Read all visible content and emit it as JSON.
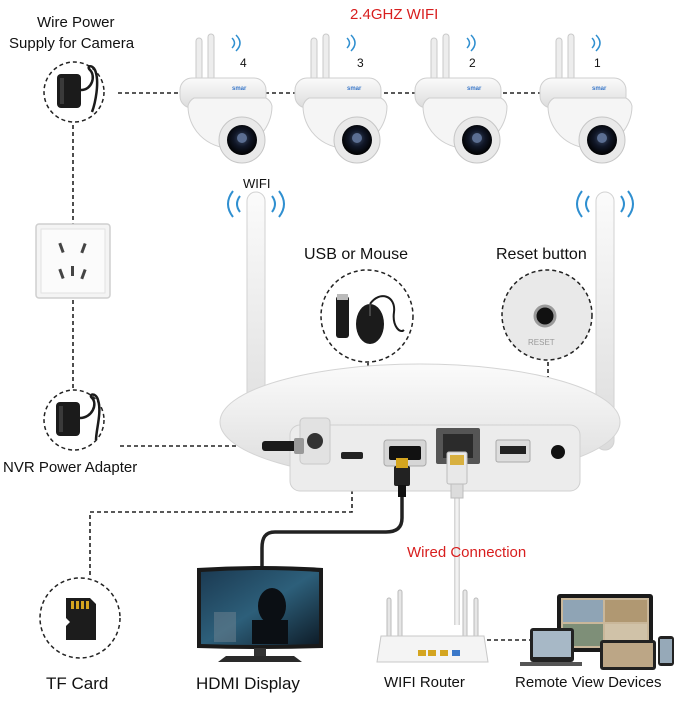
{
  "texts": {
    "wifi_band": "2.4GHZ WIFI",
    "wire_power_line1": "Wire Power",
    "wire_power_line2": "Supply for Camera",
    "wifi": "WIFI",
    "usb_mouse": "USB or Mouse",
    "reset_button": "Reset button",
    "reset_port": "RESET",
    "nvr_power": "NVR Power Adapter",
    "wired_connection": "Wired Connection",
    "tf_card": "TF Card",
    "hdmi_display": "HDMI Display",
    "wifi_router": "WIFI Router",
    "remote_view": "Remote View Devices"
  },
  "cameras": [
    {
      "number": "4",
      "brand": "smar"
    },
    {
      "number": "3",
      "brand": "smar"
    },
    {
      "number": "2",
      "brand": "smar"
    },
    {
      "number": "1",
      "brand": "smar"
    }
  ],
  "colors": {
    "highlight_text": "#d81e1e",
    "device_white": "#f2f2f2",
    "wifi_waves": "#2f8fd0",
    "cable_dark": "#222222"
  },
  "icons": [
    "power-adapter-icon",
    "wall-socket-icon",
    "wifi-signal-icon",
    "usb-dongle-icon",
    "mouse-icon",
    "tf-card-icon",
    "hdmi-plug-icon",
    "ethernet-plug-icon"
  ]
}
